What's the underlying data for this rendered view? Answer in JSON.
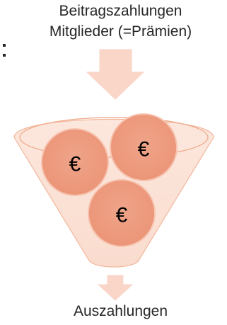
{
  "labels": {
    "input_line1": "Beitragszahlungen",
    "input_line2": "Mitglieder (=Prämien)",
    "output": "Auszahlungen"
  },
  "coins": [
    {
      "symbol": "€"
    },
    {
      "symbol": "€"
    },
    {
      "symbol": "€"
    }
  ],
  "colors": {
    "arrow": "#F9D6C8",
    "funnel_fill": "#FBE3D8",
    "funnel_stroke": "#F2B79C",
    "coin_fill": "#EE9C80",
    "coin_stroke": "#F6C4B0",
    "text": "#262626"
  }
}
